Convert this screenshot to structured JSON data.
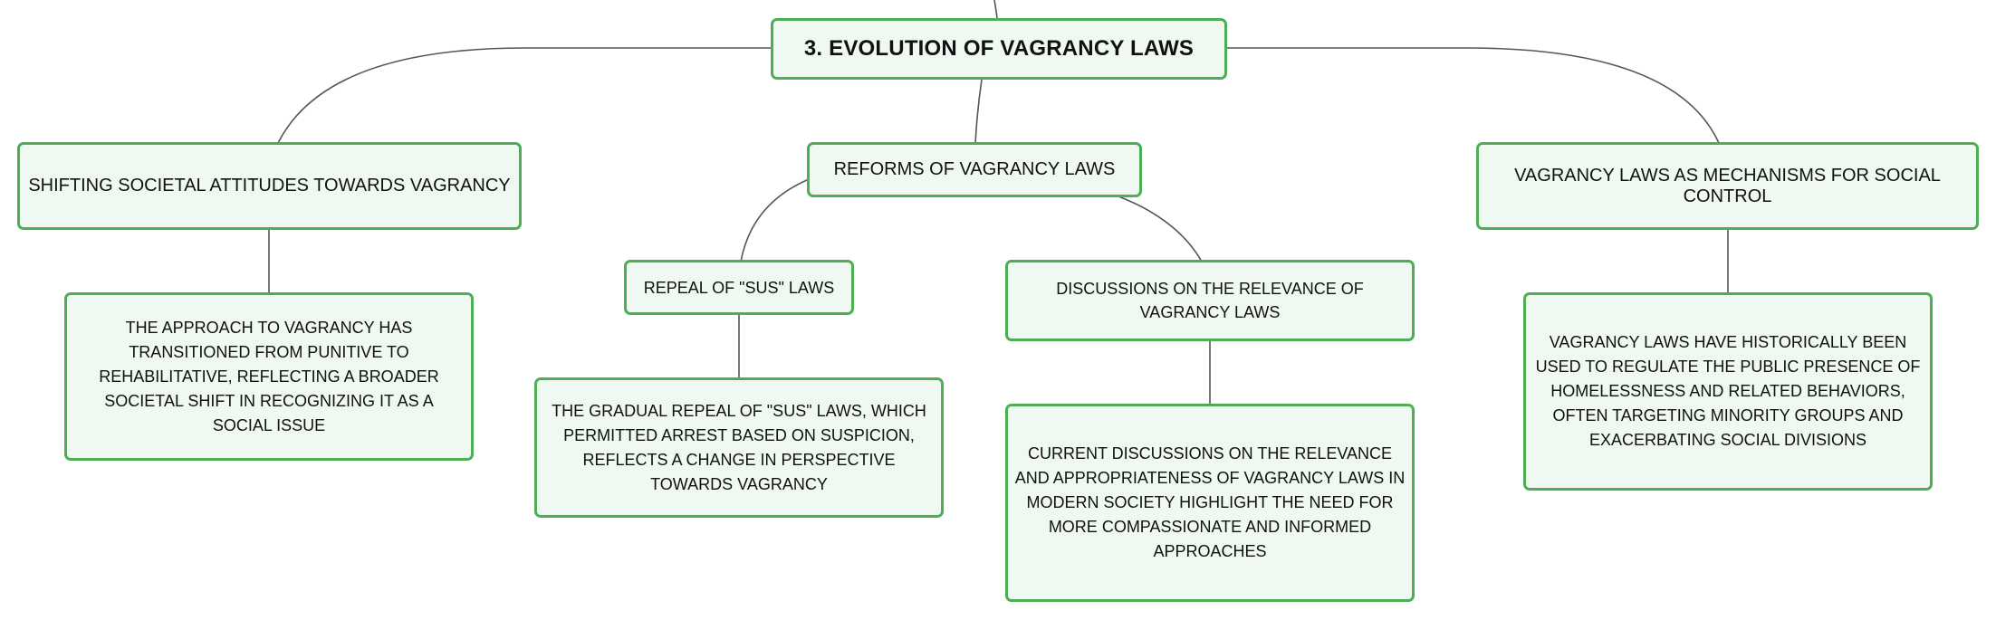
{
  "map": {
    "root": "3. EVOLUTION OF VAGRANCY LAWS",
    "topics": {
      "left": {
        "label": "SHIFTING SOCIETAL ATTITUDES TOWARDS VAGRANCY",
        "detail": "THE APPROACH TO VAGRANCY HAS TRANSITIONED FROM PUNITIVE TO REHABILITATIVE, REFLECTING A BROADER SOCIETAL SHIFT IN RECOGNIZING IT AS A SOCIAL ISSUE"
      },
      "center": {
        "label": "REFORMS OF VAGRANCY LAWS",
        "children": [
          {
            "label": "REPEAL OF \"SUS\" LAWS",
            "detail": "THE GRADUAL REPEAL OF \"SUS\" LAWS, WHICH PERMITTED ARREST BASED ON SUSPICION, REFLECTS A CHANGE IN PERSPECTIVE TOWARDS VAGRANCY"
          },
          {
            "label": "DISCUSSIONS ON THE RELEVANCE OF VAGRANCY LAWS",
            "detail": "CURRENT DISCUSSIONS ON THE RELEVANCE AND APPROPRIATENESS OF VAGRANCY LAWS IN MODERN SOCIETY HIGHLIGHT THE NEED FOR MORE COMPASSIONATE AND INFORMED APPROACHES"
          }
        ]
      },
      "right": {
        "label": "VAGRANCY LAWS AS MECHANISMS FOR SOCIAL CONTROL",
        "detail": "VAGRANCY LAWS HAVE HISTORICALLY BEEN USED TO REGULATE THE PUBLIC PRESENCE OF HOMELESSNESS AND RELATED BEHAVIORS, OFTEN TARGETING MINORITY GROUPS AND EXACERBATING SOCIAL DIVISIONS"
      }
    },
    "colors": {
      "node_border": "#4caf55",
      "node_fill": "#eff8f1",
      "connector": "#555555",
      "text": "#111111"
    }
  }
}
